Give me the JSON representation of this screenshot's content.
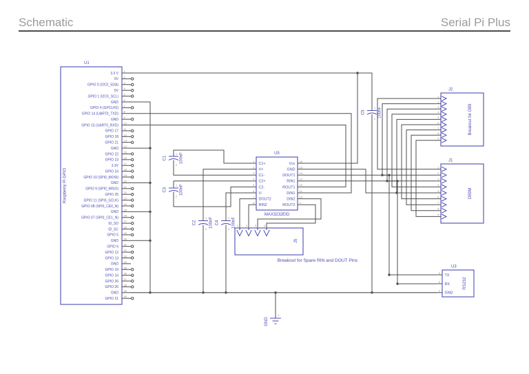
{
  "header": {
    "left": "Schematic",
    "right": "Serial Pi Plus"
  },
  "colors": {
    "component": "#4a4ab4",
    "wire": "#4d4d4d",
    "pin_number": "#9a7b60",
    "title": "#9a9a9a"
  },
  "u1": {
    "ref": "U1",
    "name": "Raspberry Pi GPIO",
    "pins": [
      {
        "num": "1",
        "label": "3.3 V",
        "nc": false
      },
      {
        "num": "2",
        "label": "5V",
        "nc": true
      },
      {
        "num": "3",
        "label": "GPIO 0 (I2C0_SDA)",
        "nc": true
      },
      {
        "num": "4",
        "label": "5V",
        "nc": true
      },
      {
        "num": "5",
        "label": "GPIO 1 (I2C0_SCL)",
        "nc": true
      },
      {
        "num": "6",
        "label": "GND",
        "nc": false
      },
      {
        "num": "7",
        "label": "GPIO 4 (GPCLK0)",
        "nc": true
      },
      {
        "num": "8",
        "label": "GPIO 14 (UART0_TXD)",
        "nc": false
      },
      {
        "num": "9",
        "label": "GND",
        "nc": true
      },
      {
        "num": "10",
        "label": "GPIO 15 (UART0_RXD)",
        "nc": false
      },
      {
        "num": "11",
        "label": "GPIO 17",
        "nc": true
      },
      {
        "num": "12",
        "label": "GPIO 18",
        "nc": true
      },
      {
        "num": "13",
        "label": "GPIO 21",
        "nc": true
      },
      {
        "num": "14",
        "label": "GND",
        "nc": false
      },
      {
        "num": "15",
        "label": "GPIO 22",
        "nc": true
      },
      {
        "num": "16",
        "label": "GPIO 23",
        "nc": true
      },
      {
        "num": "17",
        "label": "3.3V",
        "nc": true
      },
      {
        "num": "18",
        "label": "GPIO 24",
        "nc": true
      },
      {
        "num": "19",
        "label": "GPIO 10 (SPI0_MOSI)",
        "nc": true
      },
      {
        "num": "20",
        "label": "GND",
        "nc": false
      },
      {
        "num": "21",
        "label": "GPIO 9 (SPI0_MISO)",
        "nc": true
      },
      {
        "num": "22",
        "label": "GPIO 25",
        "nc": true
      },
      {
        "num": "23",
        "label": "GPIO 11 (SPI0_SCLK)",
        "nc": true
      },
      {
        "num": "24",
        "label": "GPIO 08 (SPI0_CE0_N)",
        "nc": true
      },
      {
        "num": "25",
        "label": "GND",
        "nc": false
      },
      {
        "num": "26",
        "label": "GPIO 07 (SPI0_CE1_N)",
        "nc": true
      },
      {
        "num": "27",
        "label": "ID_SD",
        "nc": true
      },
      {
        "num": "28",
        "label": "ID_SC",
        "nc": true
      },
      {
        "num": "29",
        "label": "GPIO 5",
        "nc": true
      },
      {
        "num": "30",
        "label": "GND",
        "nc": false
      },
      {
        "num": "31",
        "label": "GPIO 6",
        "nc": true
      },
      {
        "num": "32",
        "label": "GPIO 12",
        "nc": true
      },
      {
        "num": "33",
        "label": "GPIO 13",
        "nc": true
      },
      {
        "num": "34",
        "label": "GND",
        "nc": false
      },
      {
        "num": "35",
        "label": "GPIO 19",
        "nc": true
      },
      {
        "num": "36",
        "label": "GPIO 16",
        "nc": true
      },
      {
        "num": "37",
        "label": "GPIO 26",
        "nc": true
      },
      {
        "num": "38",
        "label": "GPIO 20",
        "nc": true
      },
      {
        "num": "39",
        "label": "GND",
        "nc": false
      },
      {
        "num": "40",
        "label": "GPIO 21",
        "nc": true
      }
    ]
  },
  "u5": {
    "ref": "U5",
    "part": "MAX3232EID",
    "left_pins": [
      {
        "num": "1",
        "name": "C1+"
      },
      {
        "num": "2",
        "name": "V+"
      },
      {
        "num": "3",
        "name": "C1-"
      },
      {
        "num": "4",
        "name": "C2+"
      },
      {
        "num": "5",
        "name": "C2-"
      },
      {
        "num": "6",
        "name": "V-"
      },
      {
        "num": "7",
        "name": "DOUT2"
      },
      {
        "num": "8",
        "name": "RIN2"
      }
    ],
    "right_pins": [
      {
        "num": "16",
        "name": "Vcc"
      },
      {
        "num": "15",
        "name": "GND"
      },
      {
        "num": "14",
        "name": "DOUT1"
      },
      {
        "num": "13",
        "name": "RIN1"
      },
      {
        "num": "12",
        "name": "ROUT1"
      },
      {
        "num": "11",
        "name": "DIN1"
      },
      {
        "num": "10",
        "name": "DIN2"
      },
      {
        "num": "9",
        "name": "ROUT2"
      }
    ]
  },
  "caps": {
    "pin_numbers": [
      "1",
      "2"
    ],
    "c1": {
      "ref": "C1",
      "value": "100nF"
    },
    "c2": {
      "ref": "C2",
      "value": "100nF"
    },
    "c3": {
      "ref": "C3",
      "value": "100nF"
    },
    "c4": {
      "ref": "C4",
      "value": "100nF"
    },
    "c5": {
      "ref": "C5",
      "value": "100nF"
    }
  },
  "j2": {
    "ref": "J2",
    "name": "Breakout for DB9",
    "pins": [
      "1",
      "2",
      "3",
      "4",
      "5",
      "6",
      "7",
      "8",
      "9"
    ]
  },
  "j1": {
    "ref": "J1",
    "name": "DB9M",
    "pins": [
      "1",
      "2",
      "3",
      "4",
      "5",
      "6",
      "7",
      "8",
      "9"
    ]
  },
  "j5": {
    "ref": "J5",
    "pins": [
      "1",
      "2",
      "3",
      "4"
    ],
    "caption": "Breakout for Spare RIN and DOUT Pins"
  },
  "u3": {
    "ref": "U3",
    "name": "RS232",
    "pins": [
      {
        "num": "3",
        "name": "TX"
      },
      {
        "num": "2",
        "name": "RX"
      },
      {
        "num": "1",
        "name": "GND"
      }
    ]
  },
  "gnd": {
    "label": "GND"
  }
}
